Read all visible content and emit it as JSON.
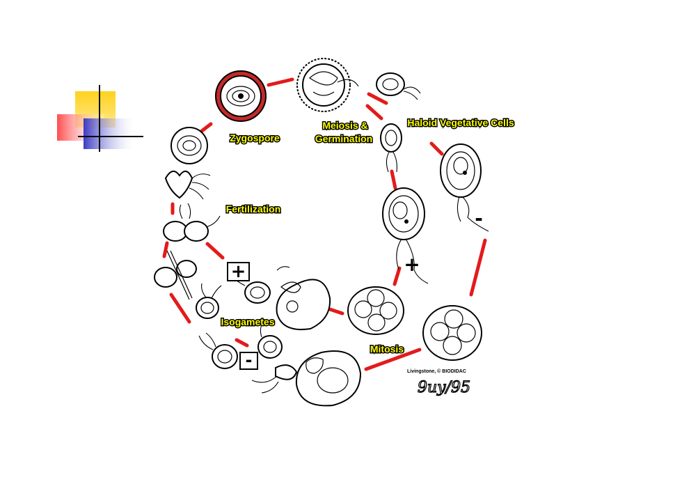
{
  "labels": {
    "zygospore": "Zygospore",
    "meiosis_line1": "Meiosis &",
    "meiosis_line2": "Germination",
    "haploid": "Haloid Vegetative Cells",
    "fertilization": "Fertilization",
    "isogametes": "Isogametes",
    "mitosis": "Mitosis"
  },
  "signs": {
    "plus": "+",
    "minus": "-",
    "plus_boxed": "+",
    "minus_boxed": "-"
  },
  "credit": "Livingstone, © BIODIDAC",
  "signature": "9uy/95",
  "colors": {
    "cycle_arrows": "#e31b1b",
    "label_fill": "#ffff00",
    "label_outline": "#000000",
    "deco_yellow": "#ffd21e",
    "deco_red": "#ff5a5a",
    "deco_blue": "#3f3fc8"
  }
}
